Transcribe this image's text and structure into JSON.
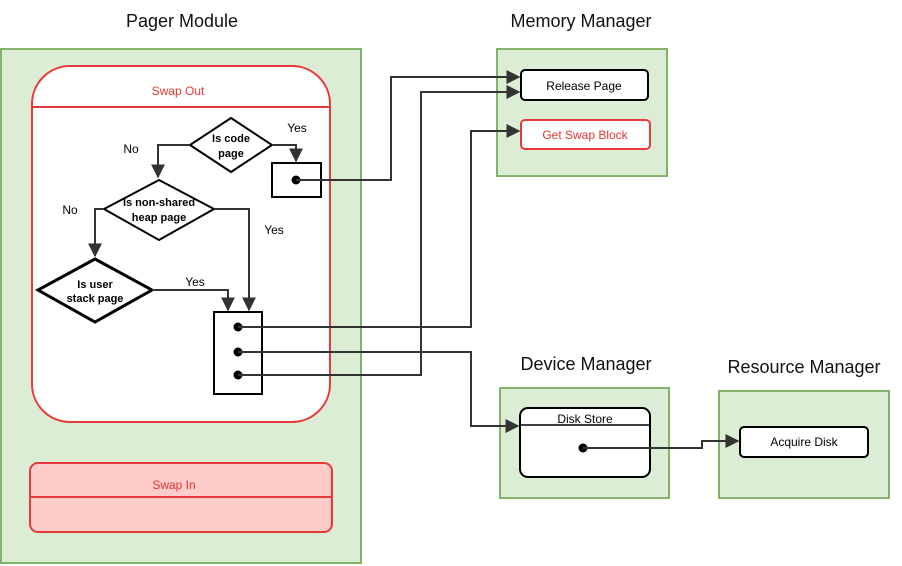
{
  "colors": {
    "module_fill": "#dcedd5",
    "module_stroke": "#82b366",
    "red_stroke": "#e83a3a",
    "red_fill": "#ffcccc",
    "red_text": "#e8352c",
    "arrow": "#333333"
  },
  "modules": {
    "pager": {
      "title": "Pager Module"
    },
    "memory": {
      "title": "Memory Manager"
    },
    "device": {
      "title": "Device Manager"
    },
    "resource": {
      "title": "Resource Manager"
    }
  },
  "swap_out": {
    "label": "Swap Out"
  },
  "swap_in": {
    "label": "Swap In"
  },
  "decisions": {
    "code_page": {
      "line1": "Is code",
      "line2": "page"
    },
    "heap_page": {
      "line1": "Is non-shared",
      "line2": "heap page"
    },
    "user_stack": {
      "line1": "Is user",
      "line2": "stack page"
    }
  },
  "edge_labels": {
    "code_yes": "Yes",
    "code_no": "No",
    "heap_no": "No",
    "heap_yes": "Yes",
    "stack_yes": "Yes"
  },
  "memory_items": {
    "release_page": "Release Page",
    "get_swap_block": "Get Swap Block"
  },
  "device_items": {
    "disk_store": "Disk Store"
  },
  "resource_items": {
    "acquire_disk": "Acquire Disk"
  }
}
